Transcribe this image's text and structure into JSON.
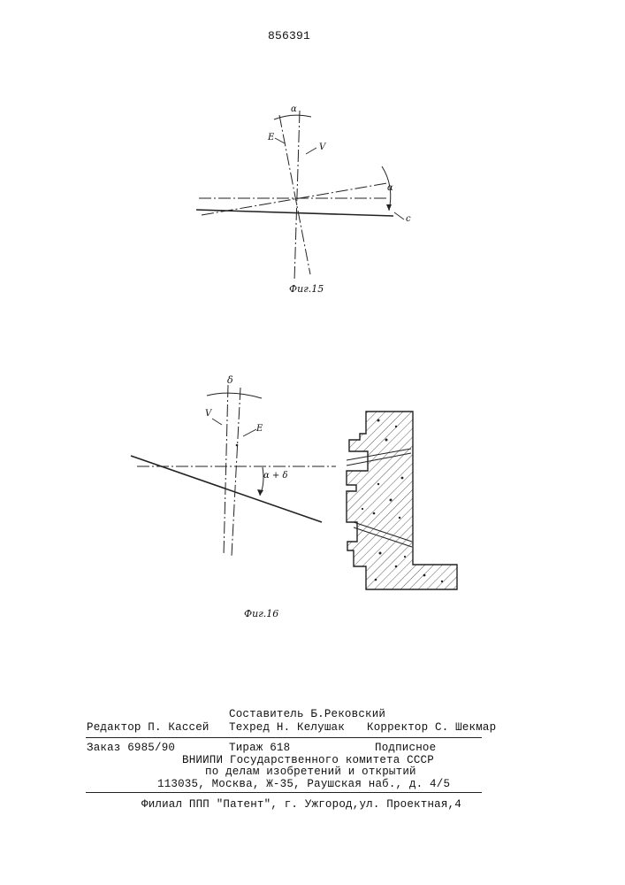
{
  "header": {
    "patent_number": "856391"
  },
  "figures": {
    "fig15": {
      "caption": "Фиг.15",
      "label_alpha_top": "α",
      "label_alpha_right": "α",
      "label_E": "E",
      "label_V": "V",
      "label_C": "c"
    },
    "fig16": {
      "caption": "Фиг.16",
      "label_delta": "δ",
      "label_V": "V",
      "label_E": "E",
      "label_angle": "α + δ"
    }
  },
  "footer": {
    "compiler": "Составитель Б.Рековский",
    "editor": "Редактор П. Кассей",
    "techred": "Техред Н. Келушак",
    "corrector": "Корректор С. Шекмар",
    "order": "Заказ 6985/90",
    "circulation": "Тираж 618",
    "subscription": "Подписное",
    "org_line1": "ВНИИПИ Государственного комитета СССР",
    "org_line2": "по делам изобретений и открытий",
    "org_address": "113035, Москва, Ж-35, Раушская наб., д. 4/5",
    "branch": "Филиал ППП \"Патент\", г. Ужгород,ул. Проектная,4"
  }
}
